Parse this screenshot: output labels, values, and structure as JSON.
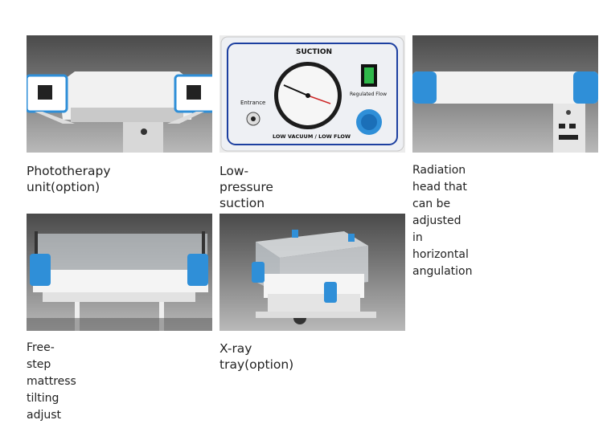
{
  "features": [
    {
      "caption": "Phototherapy unit(option)"
    },
    {
      "caption": "Low-pressure suction\n(option)",
      "panel": {
        "title": "SUCTION",
        "entrance": "Entrance",
        "regulated": "Regulated Flow",
        "footer": "LOW VACUUM / LOW FLOW"
      }
    },
    {
      "caption": "Radiation head that can be\nadjusted in horizontal angulation"
    },
    {
      "caption": "Free-step mattress tilting adjust"
    },
    {
      "caption": "X-ray tray(option)"
    }
  ],
  "colors": {
    "accent_blue": "#2f8fd8",
    "panel_blue": "#1c3fa0",
    "switch_green": "#2fb84a"
  }
}
